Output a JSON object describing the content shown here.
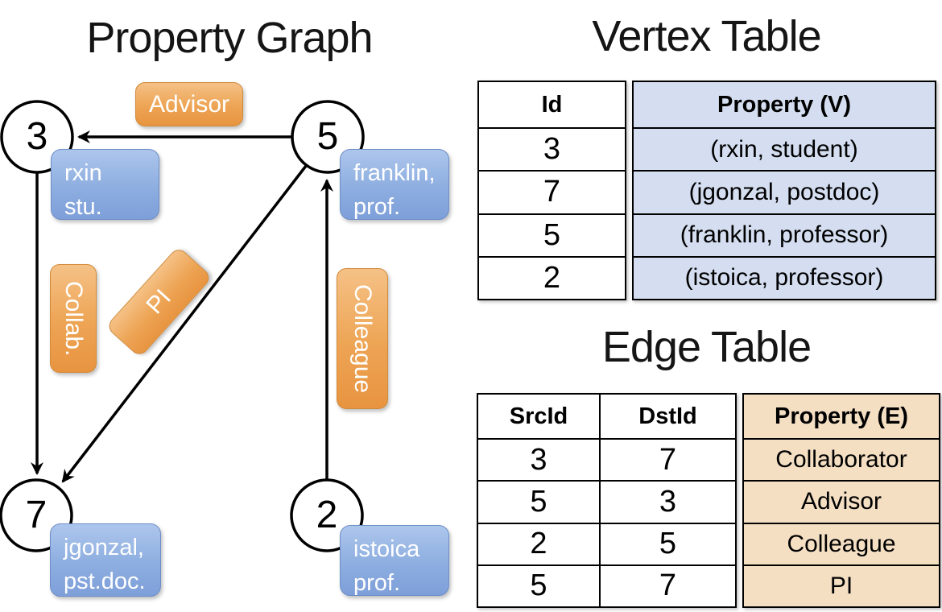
{
  "graph": {
    "title": "Property Graph",
    "nodes": [
      {
        "id": "3",
        "label_lines": [
          "rxin",
          "stu."
        ]
      },
      {
        "id": "5",
        "label_lines": [
          "franklin,",
          "prof."
        ]
      },
      {
        "id": "7",
        "label_lines": [
          "jgonzal,",
          "pst.doc."
        ]
      },
      {
        "id": "2",
        "label_lines": [
          "istoica",
          "prof."
        ]
      }
    ],
    "edges": [
      {
        "src": "5",
        "dst": "3",
        "label": "Advisor"
      },
      {
        "src": "3",
        "dst": "7",
        "label": "Collab."
      },
      {
        "src": "5",
        "dst": "7",
        "label": "PI"
      },
      {
        "src": "2",
        "dst": "5",
        "label": "Colleague"
      }
    ]
  },
  "vertex_table": {
    "title": "Vertex Table",
    "columns": [
      "Id",
      "Property (V)"
    ],
    "rows": [
      {
        "id": "3",
        "property": "(rxin, student)"
      },
      {
        "id": "7",
        "property": "(jgonzal, postdoc)"
      },
      {
        "id": "5",
        "property": "(franklin, professor)"
      },
      {
        "id": "2",
        "property": "(istoica, professor)"
      }
    ]
  },
  "edge_table": {
    "title": "Edge Table",
    "columns": [
      "SrcId",
      "DstId",
      "Property (E)"
    ],
    "rows": [
      {
        "src": "3",
        "dst": "7",
        "property": "Collaborator"
      },
      {
        "src": "5",
        "dst": "3",
        "property": "Advisor"
      },
      {
        "src": "2",
        "dst": "5",
        "property": "Colleague"
      },
      {
        "src": "5",
        "dst": "7",
        "property": "PI"
      }
    ]
  },
  "colors": {
    "vertex_cell_bg": "#d4def0",
    "edge_cell_bg": "#f4dfc3",
    "node_box_top": "#adc6ec",
    "node_box_bottom": "#7e9fd9",
    "edge_box_top": "#f5c186",
    "edge_box_bottom": "#e89440",
    "line": "#000000"
  }
}
